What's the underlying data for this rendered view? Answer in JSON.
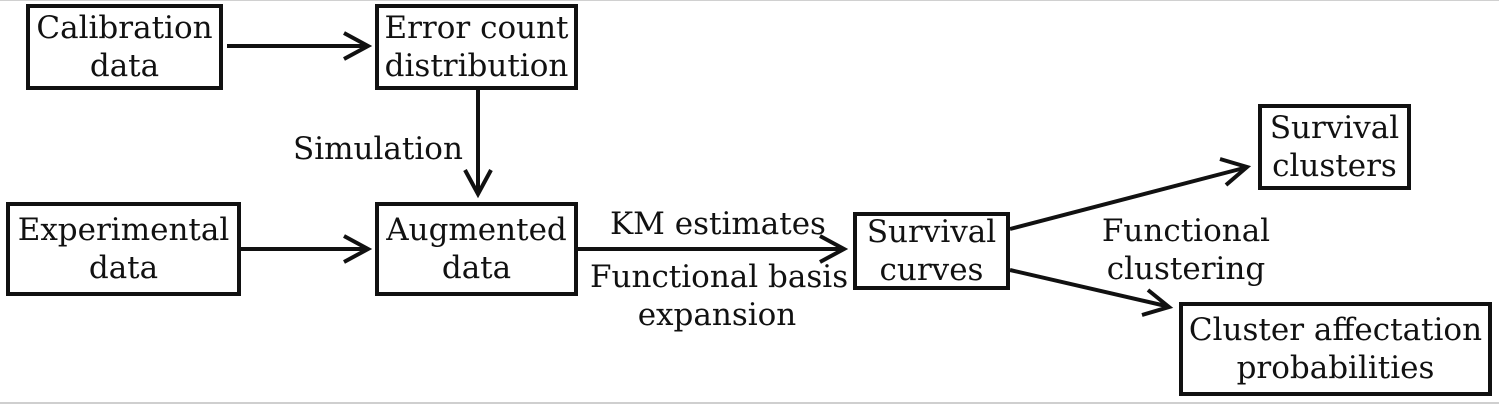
{
  "nodes": {
    "calibration": {
      "line1": "Calibration",
      "line2": "data"
    },
    "error_count": {
      "line1": "Error count",
      "line2": "distribution"
    },
    "experimental": {
      "line1": "Experimental",
      "line2": "data"
    },
    "augmented": {
      "line1": "Augmented",
      "line2": "data"
    },
    "survival_curves": {
      "line1": "Survival",
      "line2": "curves"
    },
    "survival_clusters": {
      "line1": "Survival",
      "line2": "clusters"
    },
    "cluster_affectation": {
      "line1": "Cluster affectation",
      "line2": "probabilities"
    }
  },
  "edge_labels": {
    "simulation": "Simulation",
    "km_estimates": "KM estimates",
    "functional_basis": {
      "line1": "Functional basis",
      "line2": "expansion"
    },
    "functional_clustering": {
      "line1": "Functional",
      "line2": "clustering"
    }
  }
}
